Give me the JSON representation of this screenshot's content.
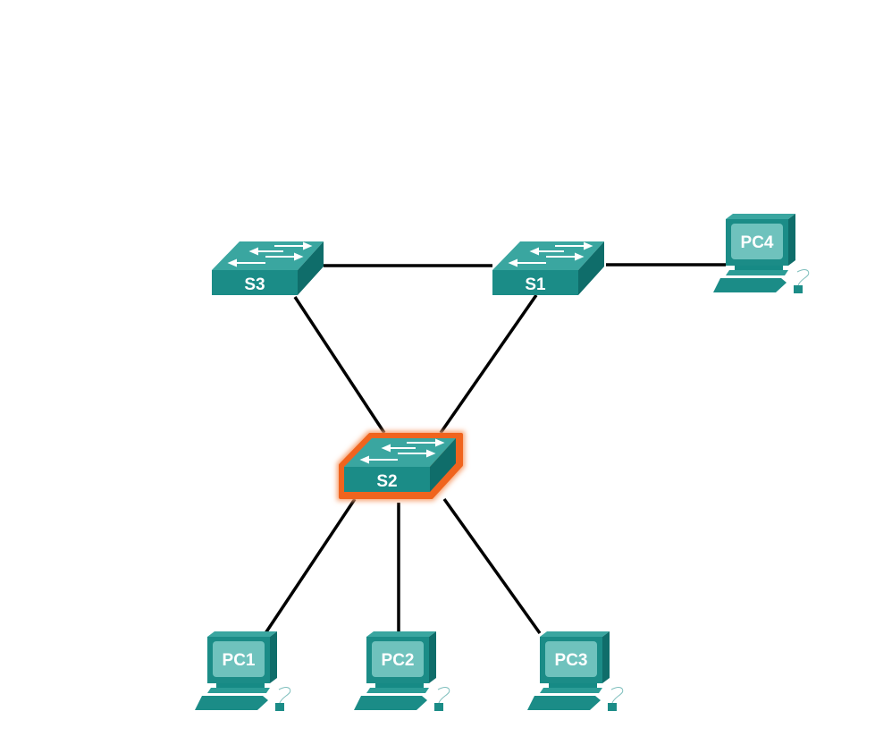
{
  "diagram": {
    "switches": [
      {
        "id": "S3",
        "label": "S3",
        "highlighted": false
      },
      {
        "id": "S1",
        "label": "S1",
        "highlighted": false
      },
      {
        "id": "S2",
        "label": "S2",
        "highlighted": true
      }
    ],
    "pcs": [
      {
        "id": "PC1",
        "label": "PC1"
      },
      {
        "id": "PC2",
        "label": "PC2"
      },
      {
        "id": "PC3",
        "label": "PC3"
      },
      {
        "id": "PC4",
        "label": "PC4"
      }
    ],
    "links": [
      [
        "S3",
        "S1"
      ],
      [
        "S1",
        "PC4"
      ],
      [
        "S3",
        "S2"
      ],
      [
        "S1",
        "S2"
      ],
      [
        "S2",
        "PC1"
      ],
      [
        "S2",
        "PC2"
      ],
      [
        "S2",
        "PC3"
      ]
    ],
    "colors": {
      "device": "#1a8f8a",
      "highlight": "#f0641e",
      "link": "#000000"
    }
  }
}
